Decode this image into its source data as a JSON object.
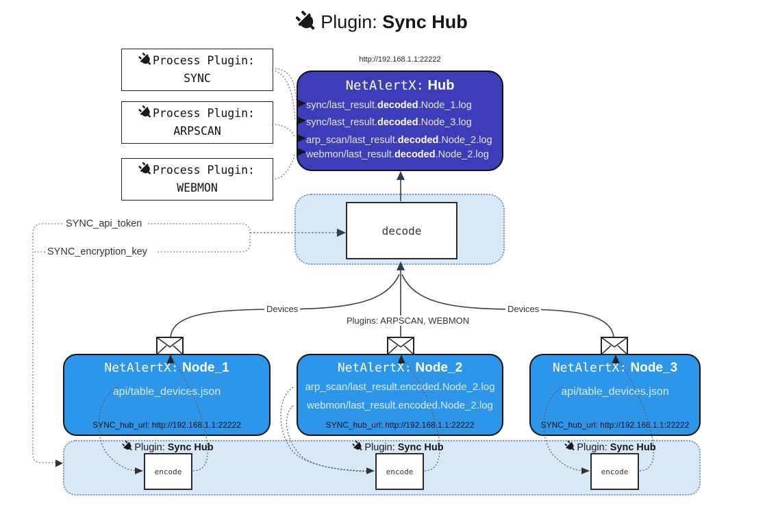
{
  "title": {
    "icon": "plug-icon",
    "prefix": "Plugin:",
    "name": "Sync Hub"
  },
  "process_plugins": [
    {
      "label": "Process Plugin:",
      "name": "SYNC"
    },
    {
      "label": "Process Plugin:",
      "name": "ARPSCAN"
    },
    {
      "label": "Process Plugin:",
      "name": "WEBMON"
    }
  ],
  "hub": {
    "url": "http://192.168.1.1:22222",
    "title_prefix": "NetAlertX:",
    "title_name": "Hub",
    "logs": [
      {
        "pre": "sync/last_result.",
        "bold": "decoded",
        "post": ".Node_1.log"
      },
      {
        "pre": "sync/last_result.",
        "bold": "decoded",
        "post": ".Node_3.log"
      },
      {
        "pre": "arp_scan/last_result.",
        "bold": "decoded",
        "post": ".Node_2.log"
      },
      {
        "pre": "webmon/last_result.",
        "bold": "decoded",
        "post": ".Node_2.log"
      }
    ]
  },
  "decode_label": "decode",
  "config": {
    "api_token": "SYNC_api_token",
    "encryption_key": "SYNC_encryption_key"
  },
  "edge_labels": {
    "devices_left": "Devices",
    "plugins_center": "Plugins: ARPSCAN, WEBMON",
    "devices_right": "Devices"
  },
  "nodes": [
    {
      "title_prefix": "NetAlertX:",
      "title_name": "Node_1",
      "files": [
        "api/table_devices.json"
      ],
      "hub_url": "SYNC_hub_url: http://192.168.1.1:22222"
    },
    {
      "title_prefix": "NetAlertX:",
      "title_name": "Node_2",
      "files": [
        "arp_scan/last_result.encoded.Node_2.log",
        "webmon/last_result.encoded.Node_2.log"
      ],
      "hub_url": "SYNC_hub_url: http://192.168.1.1:22222"
    },
    {
      "title_prefix": "NetAlertX:",
      "title_name": "Node_3",
      "files": [
        "api/table_devices.json"
      ],
      "hub_url": "SYNC_hub_url: http://192.168.1.1:22222"
    }
  ],
  "encoders": [
    {
      "prefix": "Plugin:",
      "name": "Sync Hub",
      "box_label": "encode"
    },
    {
      "prefix": "Plugin:",
      "name": "Sync Hub",
      "box_label": "encode"
    },
    {
      "prefix": "Plugin:",
      "name": "Sync Hub",
      "box_label": "encode"
    }
  ],
  "colors": {
    "hub_bg": "#3e3db9",
    "node_bg": "#2e96e8",
    "container_bg": "#d7e8f8"
  }
}
